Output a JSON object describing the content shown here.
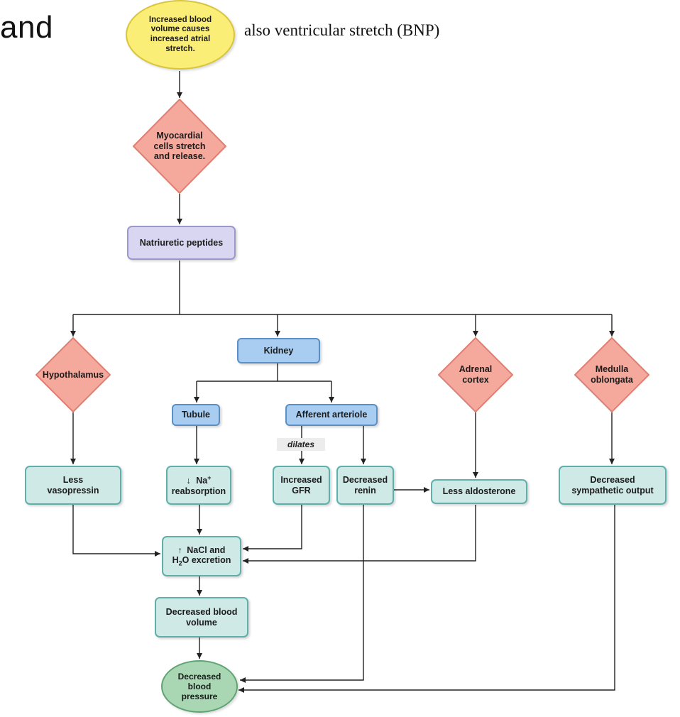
{
  "slide": {
    "title_fragment": "and"
  },
  "annotation": "also ventricular stretch (BNP)",
  "nodes": {
    "start": "Increased blood volume causes increased atrial stretch.",
    "myocardial": "Myocardial cells stretch and release.",
    "peptides": "Natriuretic peptides",
    "hypothalamus": "Hypothalamus",
    "kidney": "Kidney",
    "adrenal": "Adrenal cortex",
    "medulla": "Medulla oblongata",
    "tubule": "Tubule",
    "afferent": "Afferent arteriole",
    "dilates": "dilates",
    "less_vasopressin": "Less vasopressin",
    "na_reabsorption_arrow": "↓",
    "na_reabsorption_ion": "Na",
    "na_reabsorption_charge": "+",
    "na_reabsorption_text": "reabsorption",
    "increased_gfr": "Increased GFR",
    "decreased_renin": "Decreased renin",
    "less_aldosterone": "Less aldosterone",
    "decreased_sympathetic": "Decreased sympathetic output",
    "nacl_arrow": "↑",
    "nacl_line1": "NaCl and",
    "nacl_h": "H",
    "nacl_sub": "2",
    "nacl_rest": "O excretion",
    "decreased_blood_volume": "Decreased blood volume",
    "decreased_bp": "Decreased blood pressure"
  },
  "colors": {
    "teal_box": "#cfe9e6",
    "blue_box": "#a8cdf0",
    "purple_box": "#d8d6f0",
    "diamond": "#f4a99c",
    "start_ellipse": "#fbee77",
    "end_ellipse": "#a9d7b4",
    "arrow": "#222222"
  }
}
